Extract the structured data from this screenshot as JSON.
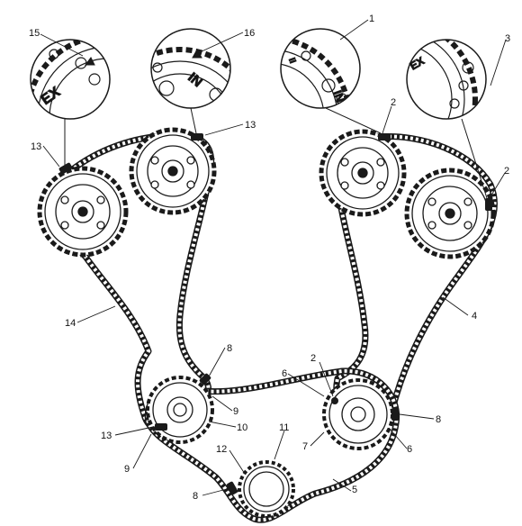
{
  "diagram": {
    "callouts": [
      {
        "id": "c1",
        "label": "1"
      },
      {
        "id": "c2a",
        "label": "2"
      },
      {
        "id": "c2b",
        "label": "2"
      },
      {
        "id": "c2c",
        "label": "2"
      },
      {
        "id": "c3",
        "label": "3"
      },
      {
        "id": "c4",
        "label": "4"
      },
      {
        "id": "c5",
        "label": "5"
      },
      {
        "id": "c6a",
        "label": "6"
      },
      {
        "id": "c6b",
        "label": "6"
      },
      {
        "id": "c7",
        "label": "7"
      },
      {
        "id": "c8a",
        "label": "8"
      },
      {
        "id": "c8b",
        "label": "8"
      },
      {
        "id": "c8c",
        "label": "8"
      },
      {
        "id": "c9a",
        "label": "9"
      },
      {
        "id": "c9b",
        "label": "9"
      },
      {
        "id": "c10",
        "label": "10"
      },
      {
        "id": "c11",
        "label": "11"
      },
      {
        "id": "c12",
        "label": "12"
      },
      {
        "id": "c13a",
        "label": "13"
      },
      {
        "id": "c13b",
        "label": "13"
      },
      {
        "id": "c13c",
        "label": "13"
      },
      {
        "id": "c14",
        "label": "14"
      },
      {
        "id": "c15",
        "label": "15"
      },
      {
        "id": "c16",
        "label": "16"
      }
    ],
    "detail_marks": {
      "ex_left": "EX",
      "in_center_left": "IN",
      "in_center_right": "IN",
      "ex_right": "EX"
    },
    "colors": {
      "line": "#1a1a1a",
      "background": "#ffffff"
    }
  }
}
